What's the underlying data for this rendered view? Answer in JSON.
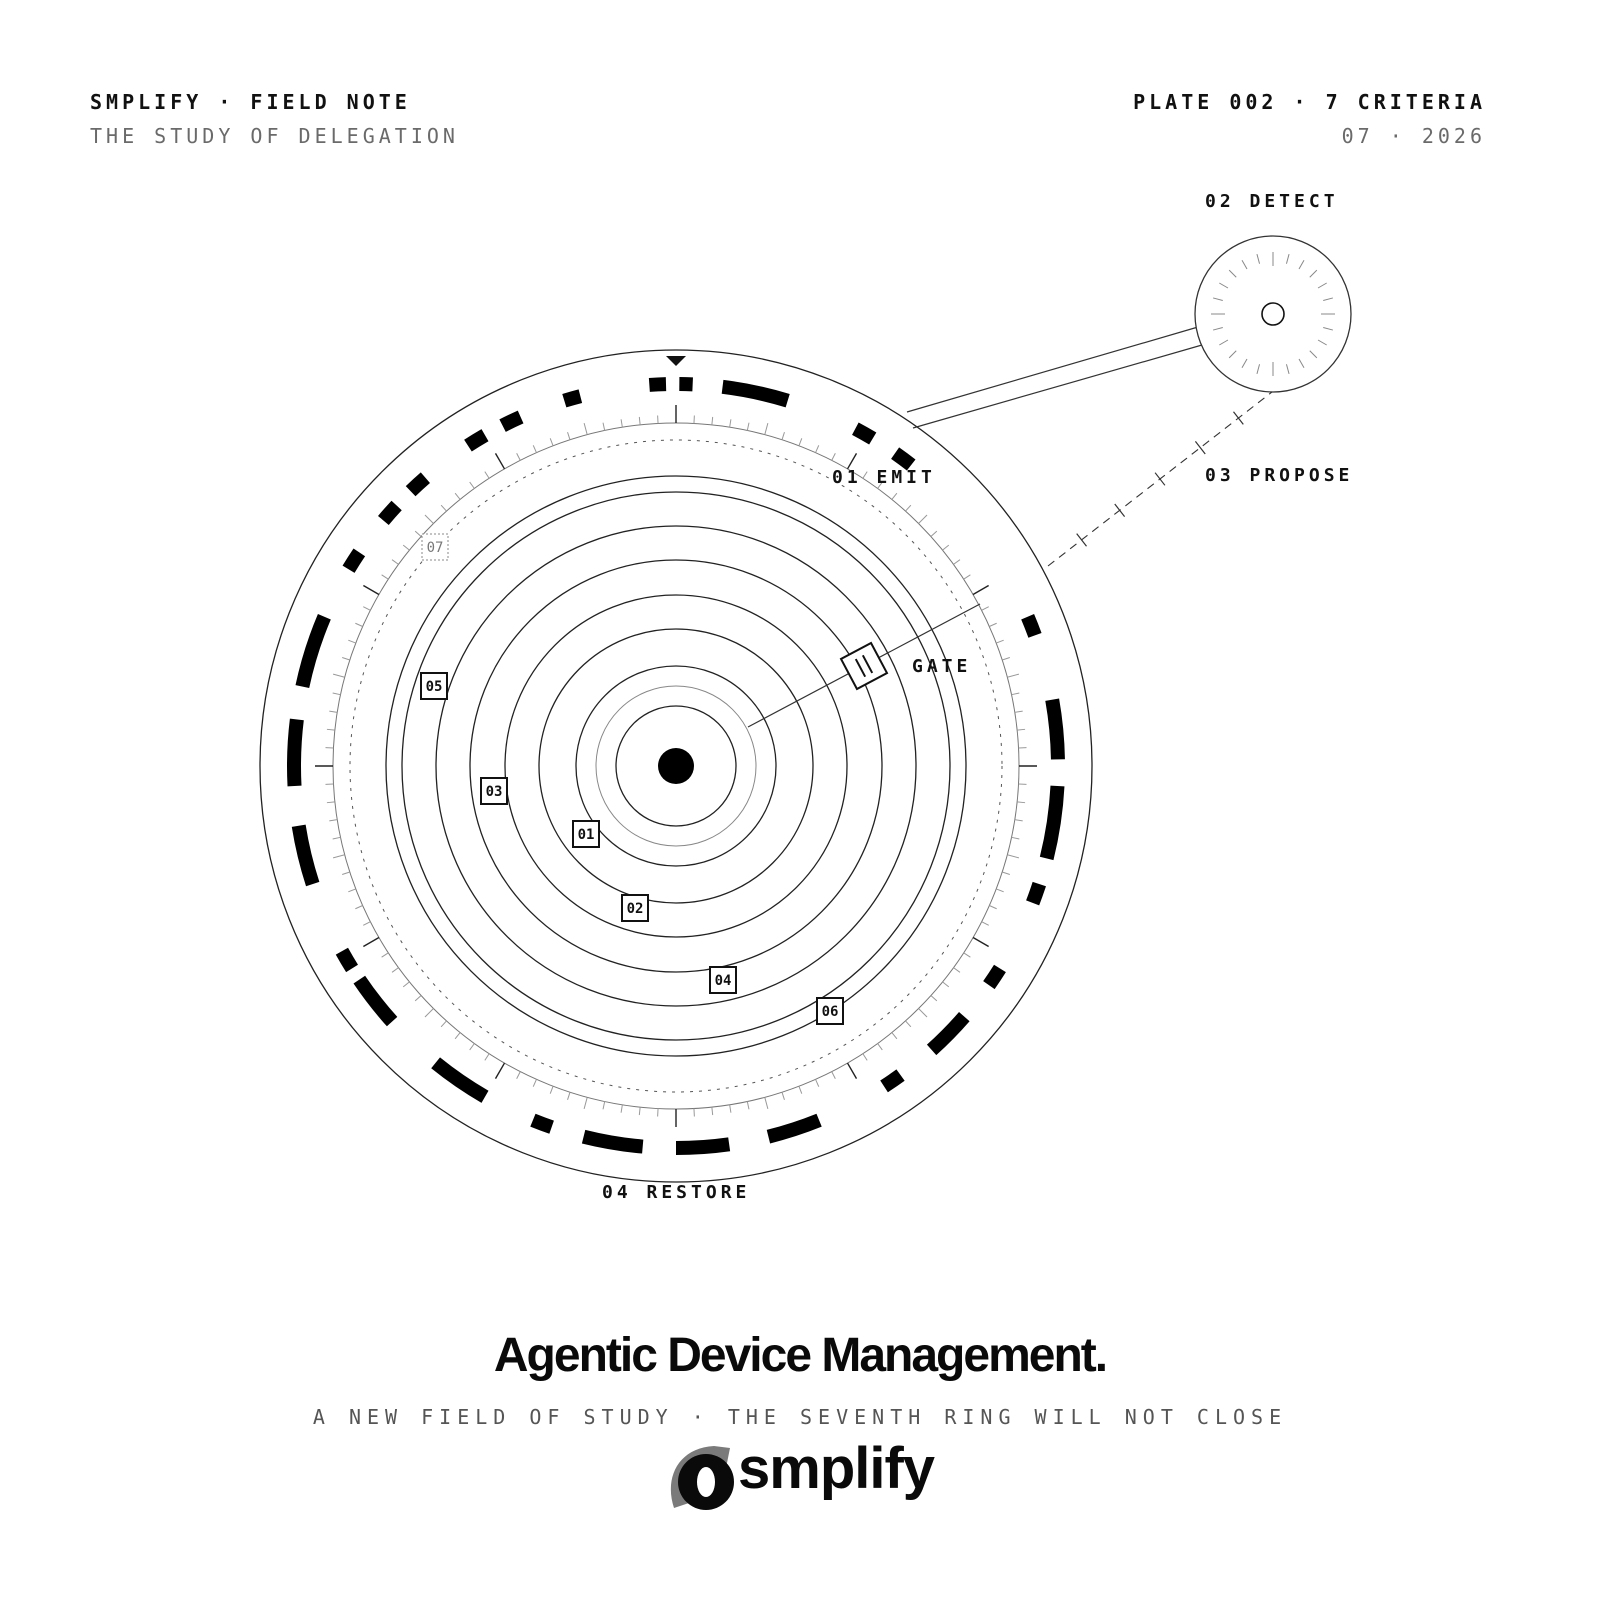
{
  "header": {
    "left_line1": "SMPLIFY · FIELD NOTE",
    "left_line2": "THE STUDY OF DELEGATION",
    "right_line1": "PLATE 002 · 7 CRITERIA",
    "right_line2": "07 · 2026"
  },
  "diagram": {
    "stages": {
      "emit": "01 EMIT",
      "detect": "02 DETECT",
      "propose": "03 PROPOSE",
      "restore": "04 RESTORE",
      "gate": "GATE"
    },
    "ring_markers": [
      "01",
      "02",
      "03",
      "04",
      "05",
      "06",
      "07"
    ],
    "gate_symbol": "||"
  },
  "title": "Agentic Device Management.",
  "subtitle": "A NEW FIELD OF STUDY · THE SEVENTH RING WILL NOT CLOSE",
  "brand": {
    "wordmark": "smplify",
    "logo_icon": "smplify-logo-icon"
  },
  "colors": {
    "ink": "#111111",
    "muted": "#6a6a6a",
    "logo_gray": "#7a7a7a",
    "background": "#ffffff"
  }
}
